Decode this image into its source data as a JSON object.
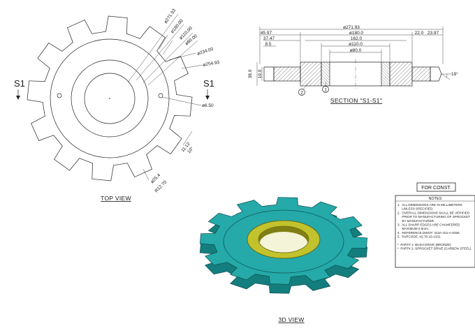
{
  "top_view": {
    "title": "TOP VIEW",
    "section_marks": [
      "S1",
      "S1"
    ],
    "dims": [
      "ø271.93",
      "ø180.00",
      "ø110.00",
      "ø80.00",
      "ø234.00",
      "ø254.93",
      "ø6.50",
      "ø25.4",
      "R12.70",
      "11.12",
      "10°"
    ]
  },
  "section_view": {
    "title": "SECTION \"S1-S1\"",
    "dims": {
      "overall": "ø271.93",
      "d180": "ø180.0",
      "d162": "162.0",
      "d110": "ø110.0",
      "d80": "ø80.0",
      "w4597": "45.97",
      "w3747": "37.47",
      "w85": "8.5",
      "w220": "22.0",
      "w2397": "23.97",
      "h380": "38.0",
      "h190": "19.0",
      "angle": "19°"
    },
    "balloons": [
      "2",
      "1"
    ]
  },
  "view3d": {
    "title": "3D VIEW",
    "colors": {
      "body": "#25a9a9",
      "body_dark": "#147d7d",
      "bushing": "#c2c22c",
      "bushing_dark": "#7f7f14"
    }
  },
  "for_const": "FOR CONST.",
  "notes": {
    "title": "NOTES",
    "items": [
      "1.  ALL DIMENSIONS ARE IN MILLIMETERS",
      "     UNLESS SPECIFIED.",
      "2.  OVERALL DIMENSIONS SHALL BE VERIFIED",
      "     PRIOR TO MANUFACTURING OF SPROCKET",
      "     BY MANUFACTURER.",
      "3.  ALL SHARP EDGES ARE CHAMFERED",
      "     MAXIMUM 0.5mm.",
      "4.  REFERENCE DWG#: 313A-101-A-0456.",
      "5.  PARCODE: 42-70-15-1331",
      "",
      "*  PART# 1: BUSH DRIVE (BRONZE)",
      "*  PART# 2: SPROCKET DRIVE (CARBON STEEL)"
    ]
  }
}
